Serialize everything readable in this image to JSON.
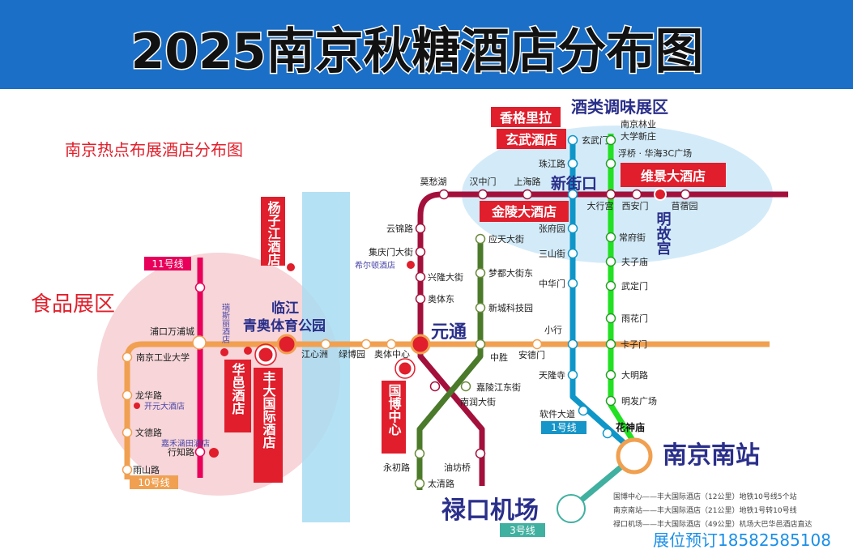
{
  "header": {
    "title": "2025南京秋糖酒店分布图"
  },
  "subtitle": "南京热点布展酒店分布图",
  "zones": {
    "food": "食品展区",
    "liquor": "酒类调味展区"
  },
  "lines": {
    "l1": "1号线",
    "l3": "3号线",
    "l10": "10号线",
    "l11": "11号线"
  },
  "colors": {
    "header": "#1b6fc6",
    "line1": "#0f96c8",
    "line2": "#a3103c",
    "line3": "#22e022",
    "line10": "#f0a050",
    "line11": "#e8005a",
    "lineS": "#4a7a2a",
    "lineAirport": "#40b0a0",
    "hotel": "#e01e2c",
    "landmark": "#2a2f8a"
  },
  "stations": [
    "浦口万浦城",
    "南京工业大学",
    "龙华路",
    "文德路",
    "雨山路",
    "江心洲",
    "绿博园",
    "奥体中心",
    "中胜",
    "安德门",
    "小行",
    "卡子门",
    "行知路",
    "莫愁湖",
    "汉中门",
    "上海路",
    "云锦路",
    "集庆门大街",
    "兴隆大街",
    "奥体东",
    "南润大街",
    "油坊桥",
    "西安门",
    "苜蓿园",
    "大行宫",
    "应天大街",
    "梦都大街东",
    "新城科技园",
    "嘉陵江东街",
    "永初路",
    "太清路",
    "玄武门",
    "珠江路",
    "张府园",
    "三山街",
    "中华门",
    "天隆寺",
    "软件大道",
    "南京林业\n大学新庄",
    "浮桥 · 华海3C广场",
    "常府街",
    "夫子庙",
    "武定门",
    "雨花门",
    "大明路",
    "明发广场"
  ],
  "landmarks": {
    "linjiang1": "临江",
    "linjiang2": "青奥体育公园",
    "yuantong": "元通",
    "xinjiekou": "新街口",
    "minggugong": "明故宫",
    "nanjingnan": "南京南站",
    "lukou": "禄口机场",
    "huashenmiao": "花神庙"
  },
  "hotels": {
    "shangri": "香格里拉",
    "xuanwu": "玄武酒店",
    "weijing": "维景大酒店",
    "jinling": "金陵大酒店",
    "yangzijiang": "杨子江酒店",
    "huayi": "华邑酒店",
    "fengda": "丰大国际酒店",
    "guobo": "国博中心",
    "ruisili": "瑞斯丽酒店",
    "hilton": "希尔顿酒店",
    "kaiyuan": "开元大酒店",
    "jiahe": "嘉禾涵田酒店"
  },
  "notes": [
    "国博中心——丰大国际酒店（12公里）地铁10号线5个站",
    "南京南站——丰大国际酒店（21公里）地铁1号转10号线",
    "禄口机场——丰大国际酒店（49公里）机场大巴华邑酒店直达"
  ],
  "phone": "展位预订18582585108"
}
